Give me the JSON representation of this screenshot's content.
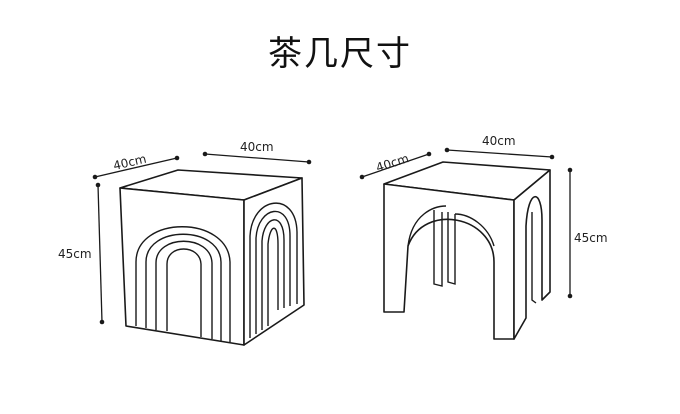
{
  "title": "茶几尺寸",
  "left_table": {
    "width_label": "40cm",
    "depth_label": "40cm",
    "height_label": "45cm"
  },
  "right_table": {
    "width_label": "40cm",
    "depth_label": "40cm",
    "height_label": "45cm"
  },
  "colors": {
    "line": "#1a1a1a",
    "background": "#ffffff",
    "text": "#222222"
  }
}
